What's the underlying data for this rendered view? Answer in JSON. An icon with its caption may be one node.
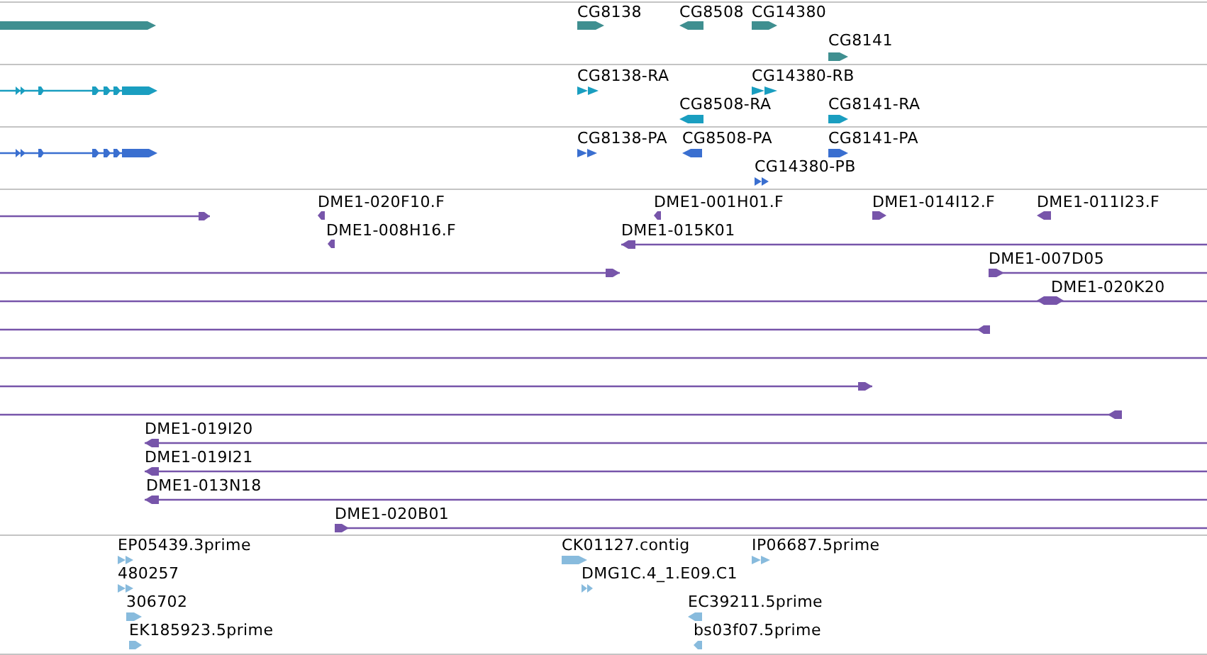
{
  "diagram": {
    "labels": [
      "CG8138",
      "CG8508",
      "CG14380",
      "CG8141",
      "CG8138-RA",
      "CG14380-RB",
      "CG8508-RA",
      "CG8141-RA",
      "CG8138-PA",
      "CG8508-PA",
      "CG8141-PA",
      "CG14380-PB",
      "DME1-020F10.F",
      "DME1-001H01.F",
      "DME1-014I12.F",
      "DME1-011I23.F",
      "DME1-008H16.F",
      "DME1-015K01",
      "DME1-007D05",
      "DME1-020K20",
      "DME1-019I20",
      "DME1-019I21",
      "DME1-013N18",
      "DME1-020B01",
      "EP05439.3prime",
      "CK01127.contig",
      "IP06687.5prime",
      "480257",
      "DMG1C.4_1.E09.C1",
      "306702",
      "EC39211.5prime",
      "EK185923.5prime",
      "bs03f07.5prime"
    ]
  }
}
